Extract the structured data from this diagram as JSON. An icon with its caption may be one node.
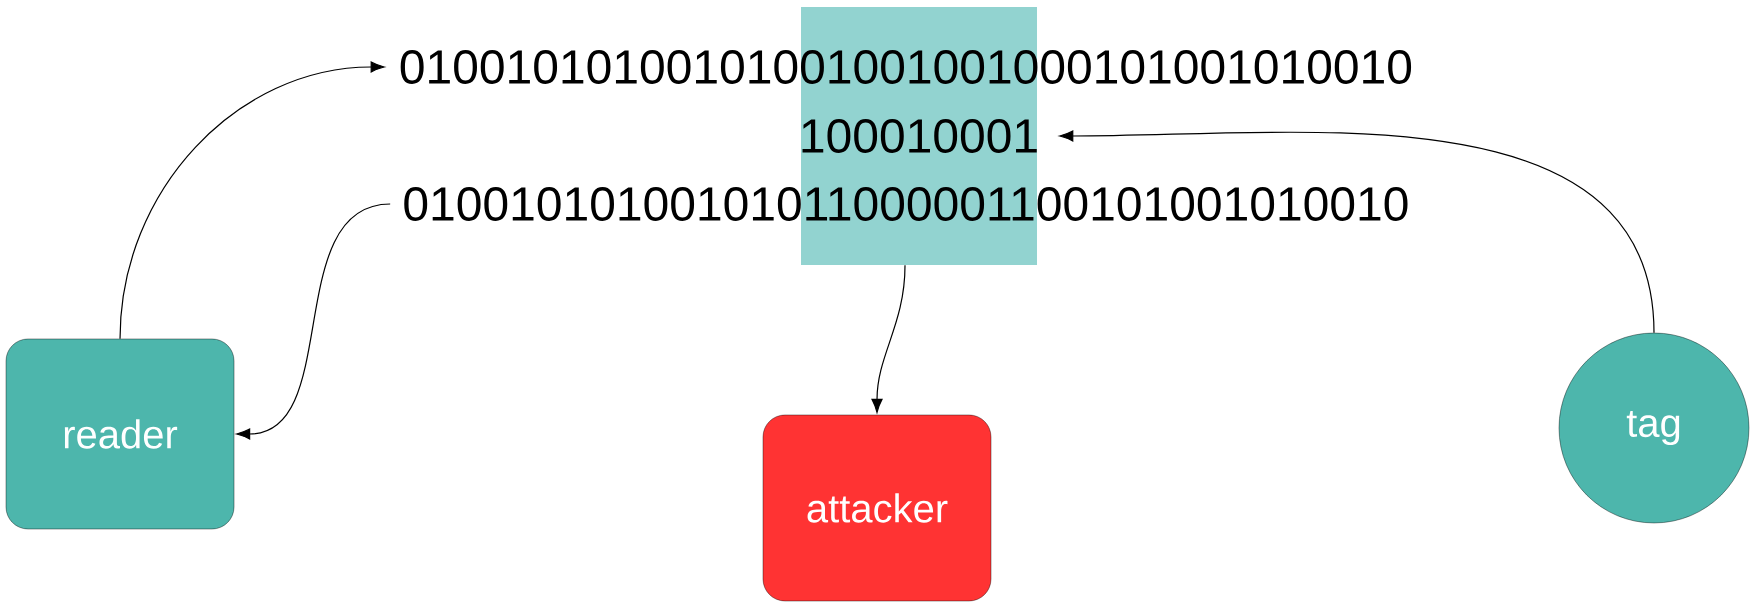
{
  "diagram": {
    "nodes": [
      {
        "text": [
          "reader"
        ]
      },
      {
        "text": [],
        "shape": "box"
      },
      {
        "text": [
          "01001010100101001001001000101001010010"
        ]
      },
      {
        "text": [
          "100010001"
        ],
        "in": 1
      },
      {
        "text": [
          "01001010100101011000001100101001010010"
        ]
      },
      {
        "text": [
          "attacker"
        ]
      },
      {
        "text": [
          "tag"
        ]
      }
    ],
    "edges": [
      {
        "from": 0,
        "to": 2,
        "arrow": "to"
      },
      {
        "from": 4,
        "to": 0,
        "arrow": "to"
      },
      {
        "from": 6,
        "to": 3,
        "arrow": "to"
      },
      {
        "from": 1,
        "to": 5,
        "arrow": "to"
      }
    ]
  }
}
